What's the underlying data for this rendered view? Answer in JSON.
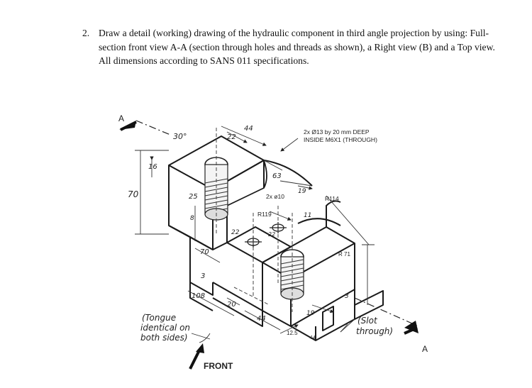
{
  "question": {
    "number": "2.",
    "text": "Draw a detail (working) drawing of the hydraulic component in third angle projection by using: Full-section front view A-A (section through holes and threads as shown), a Right view (B) and a Top view. All dimensions according to SANS 011 specifications."
  },
  "drawing": {
    "section_label_top": "A",
    "section_label_bottom": "A",
    "front_label": "FRONT",
    "callouts": {
      "hole_spec_line1": "2x Ø13 by 20 mm DEEP",
      "hole_spec_line2": "INSIDE M6X1 (THROUGH)",
      "two_holes": "2x ø10",
      "r119": "R119",
      "r114": "R114",
      "r71": "R 71",
      "d12_5": "12.5"
    },
    "handwritten": {
      "angle": "30°",
      "d16": "16",
      "d70_left": "70",
      "d22_top": "22",
      "d44_top": "44",
      "d63": "63",
      "d25": "25",
      "d19_top": "19",
      "d8": "8",
      "d22_mid": "22",
      "d22_hole": "22",
      "d11": "11",
      "d70_base": "70",
      "d3_left": "3",
      "d108": "108",
      "d20": "20",
      "d44_bottom": "44",
      "d19_bottom": "19",
      "d44_small": "44",
      "d3_right": "3",
      "tongue_note_1": "(Tongue",
      "tongue_note_2": "identical on",
      "tongue_note_3": "both sides)",
      "slot_note_1": "(Slot",
      "slot_note_2": "through)"
    }
  }
}
